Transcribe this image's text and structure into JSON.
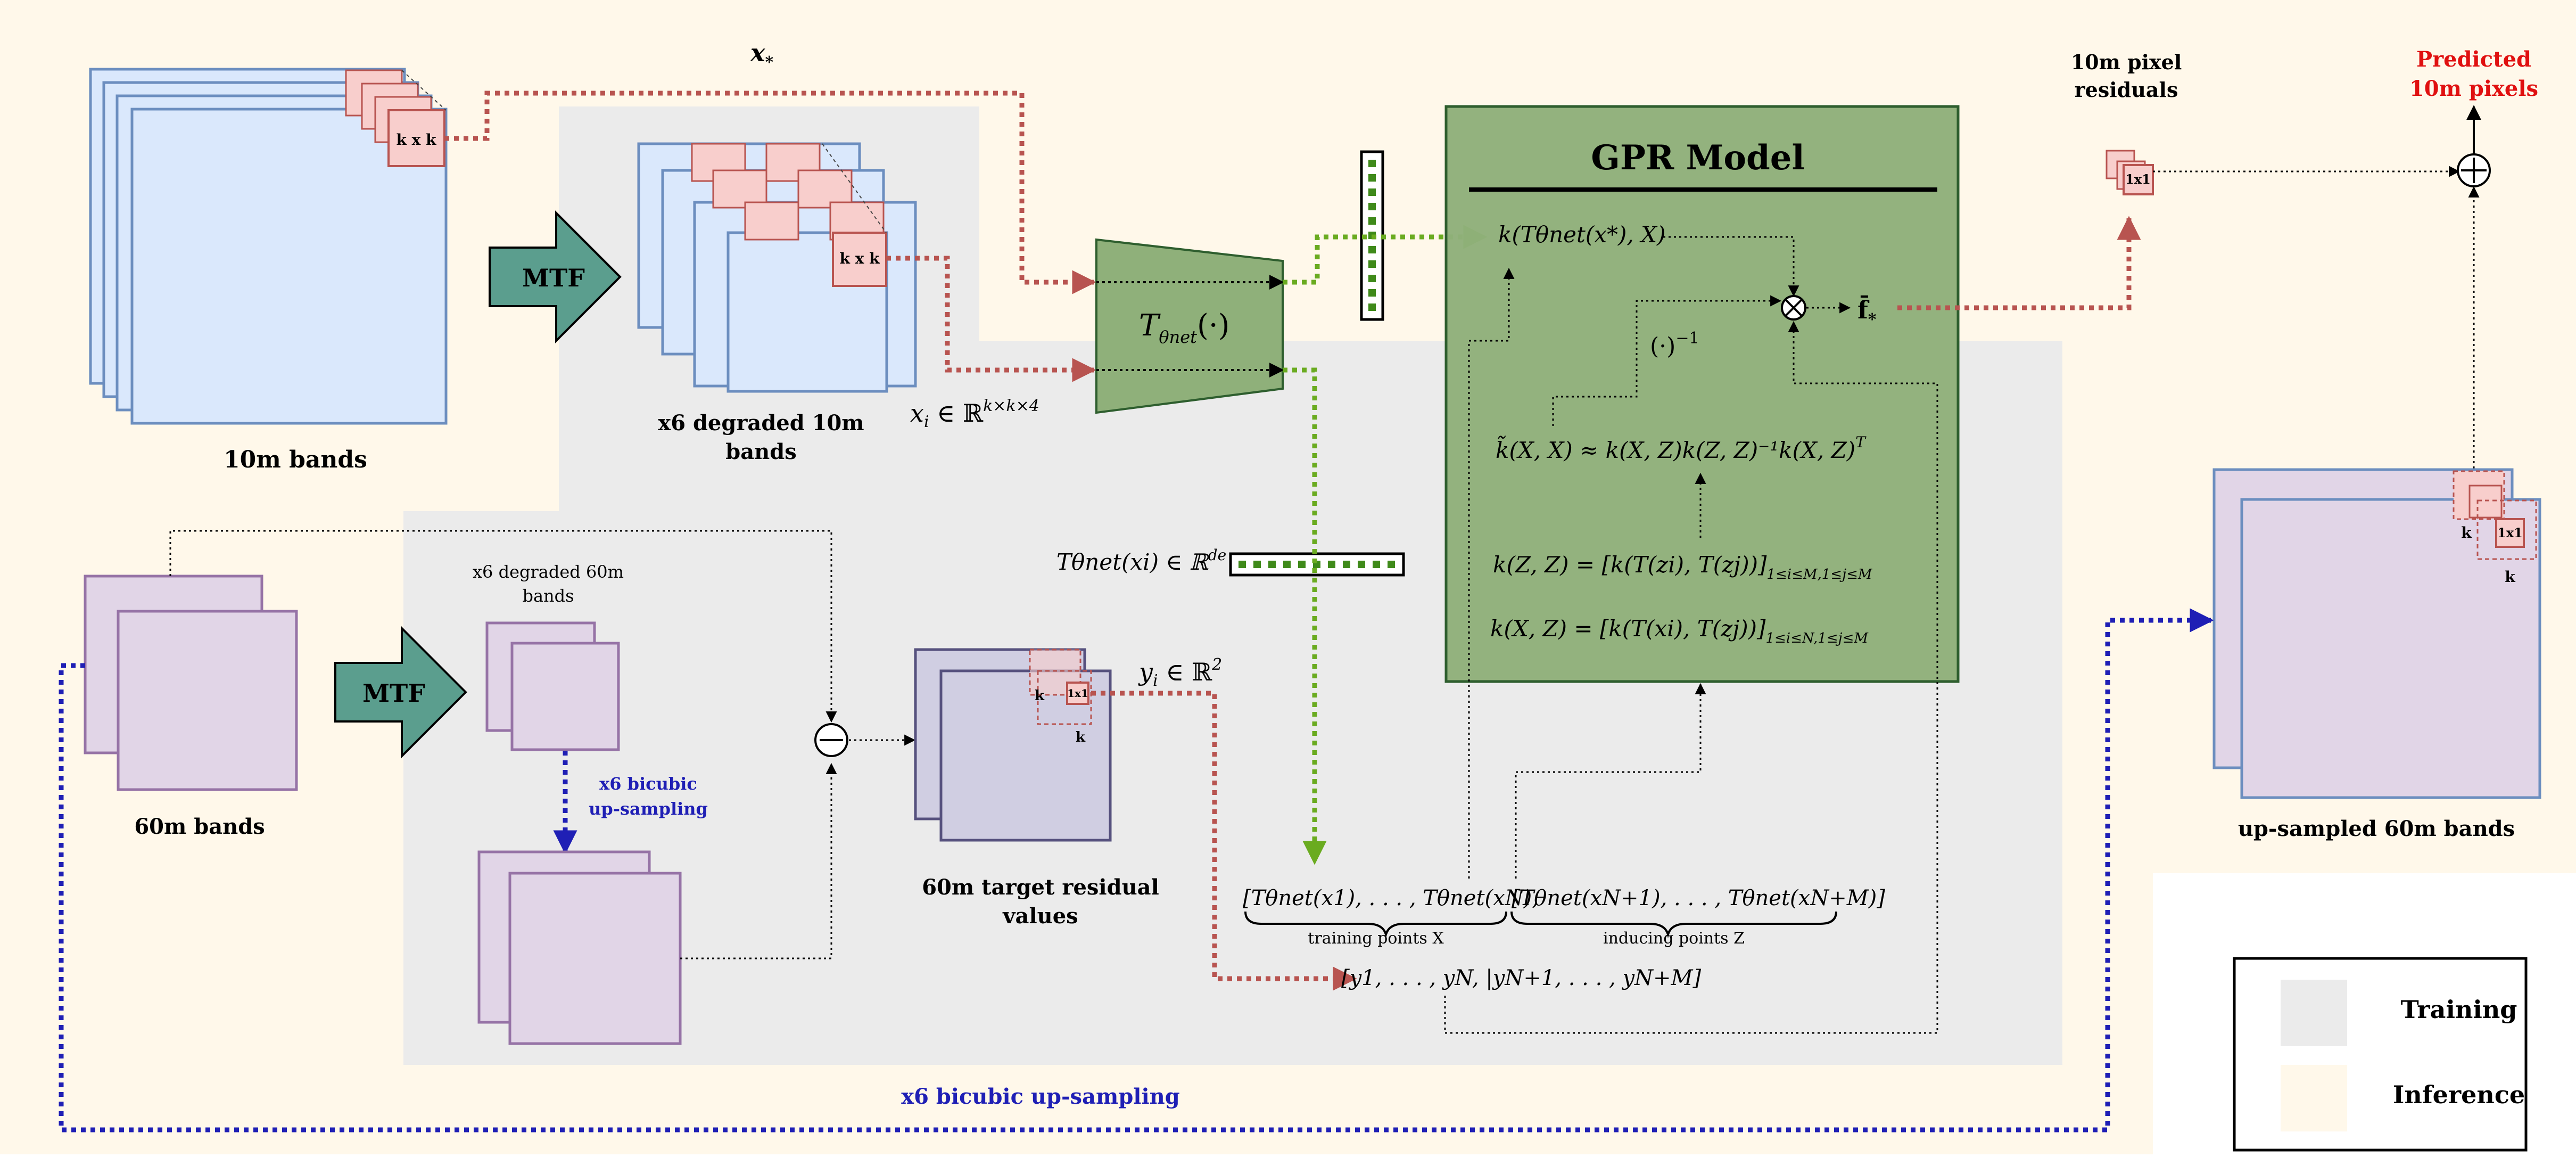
{
  "labels": {
    "x_star": "x",
    "x_star_sub": "*",
    "bands_10m": "10m bands",
    "mtf_top": "MTF",
    "mtf_bottom": "MTF",
    "kxk_a": "k x k",
    "kxk_b": "k x k",
    "degraded_10m_l1": "x6 degraded 10m",
    "degraded_10m_l2": "bands",
    "xi": "x",
    "xi_sub": "i",
    "xi_tail": " ∈ ℝ",
    "xi_sup": "k×k×4",
    "t_net_main": "T",
    "t_net_sub": "θnet",
    "t_net_tail": "(·)",
    "t_embed": "Tθnet(xi) ∈ ℝ",
    "t_embed_sup": "de",
    "gpr_title": "GPR Model",
    "k_star": "k(Tθnet(x*), X)",
    "inverse": "(·)",
    "inverse_sup": "−1",
    "approx": "k̃(X, X) ≈ k(X, Z)k(Z, Z)⁻¹k(X, Z)",
    "approx_sup": "T",
    "kzz": "k(Z, Z) = [k(T(zi), T(zj))]",
    "kzz_sub": "1≤i≤M,1≤j≤M",
    "kxz": "k(X, Z) = [k(T(xi), T(zj))]",
    "kxz_sub": "1≤i≤N,1≤j≤M",
    "f_star": "f̄",
    "f_star_sub": "*",
    "residual_l1": "10m pixel",
    "residual_l2": "residuals",
    "pred_l1": "Predicted",
    "pred_l2": "10m pixels",
    "one_by_one_a": "1x1",
    "one_by_one_b": "1x1",
    "one_by_one_c": "1x1",
    "k_a": "k",
    "k_b": "k",
    "k_c": "k",
    "k_d": "k",
    "bands_60m": "60m bands",
    "degraded_60m_l1": "x6 degraded 60m",
    "degraded_60m_l2": "bands",
    "bicubic_l1": "x6 bicubic",
    "bicubic_l2": "up-sampling",
    "target_l1": "60m target residual",
    "target_l2": "values",
    "yi": "y",
    "yi_sub": "i",
    "yi_tail": " ∈ ℝ",
    "yi_sup": "2",
    "training_seq": "[Tθnet(x1), . . . , Tθnet(xN),",
    "inducing_seq": "[Tθnet(xN+1), . . . , Tθnet(xN+M)]",
    "training_pts": "training points X",
    "inducing_pts": "inducing points Z",
    "y_seq": "[y1, . . . , yN, |yN+1, . . . , yN+M]",
    "upsampled_60m": "up-sampled 60m bands",
    "bicubic_bottom": "x6 bicubic up-sampling",
    "legend_training": "Training",
    "legend_inference": "Inference"
  },
  "colors": {
    "inference_bg": "#fff8ea",
    "training_bg": "#ebebeb",
    "blue_band": "#dae8fc",
    "blue_stroke": "#6c8ebf",
    "purple_band": "#e1d5e7",
    "purple_stroke": "#9673a6",
    "target_fill": "#d0cee2",
    "target_stroke": "#56517e",
    "pink_patch": "#f8cecc",
    "pink_stroke": "#b85450",
    "green_net": "#8fb07a",
    "green_stroke": "#2e5e2e",
    "mtf_fill": "#5b9e8e",
    "red_arrow": "#b85450",
    "green_arrow": "#6aab20",
    "blue_arrow": "#1f1fb5",
    "pred_red": "#e01010"
  }
}
